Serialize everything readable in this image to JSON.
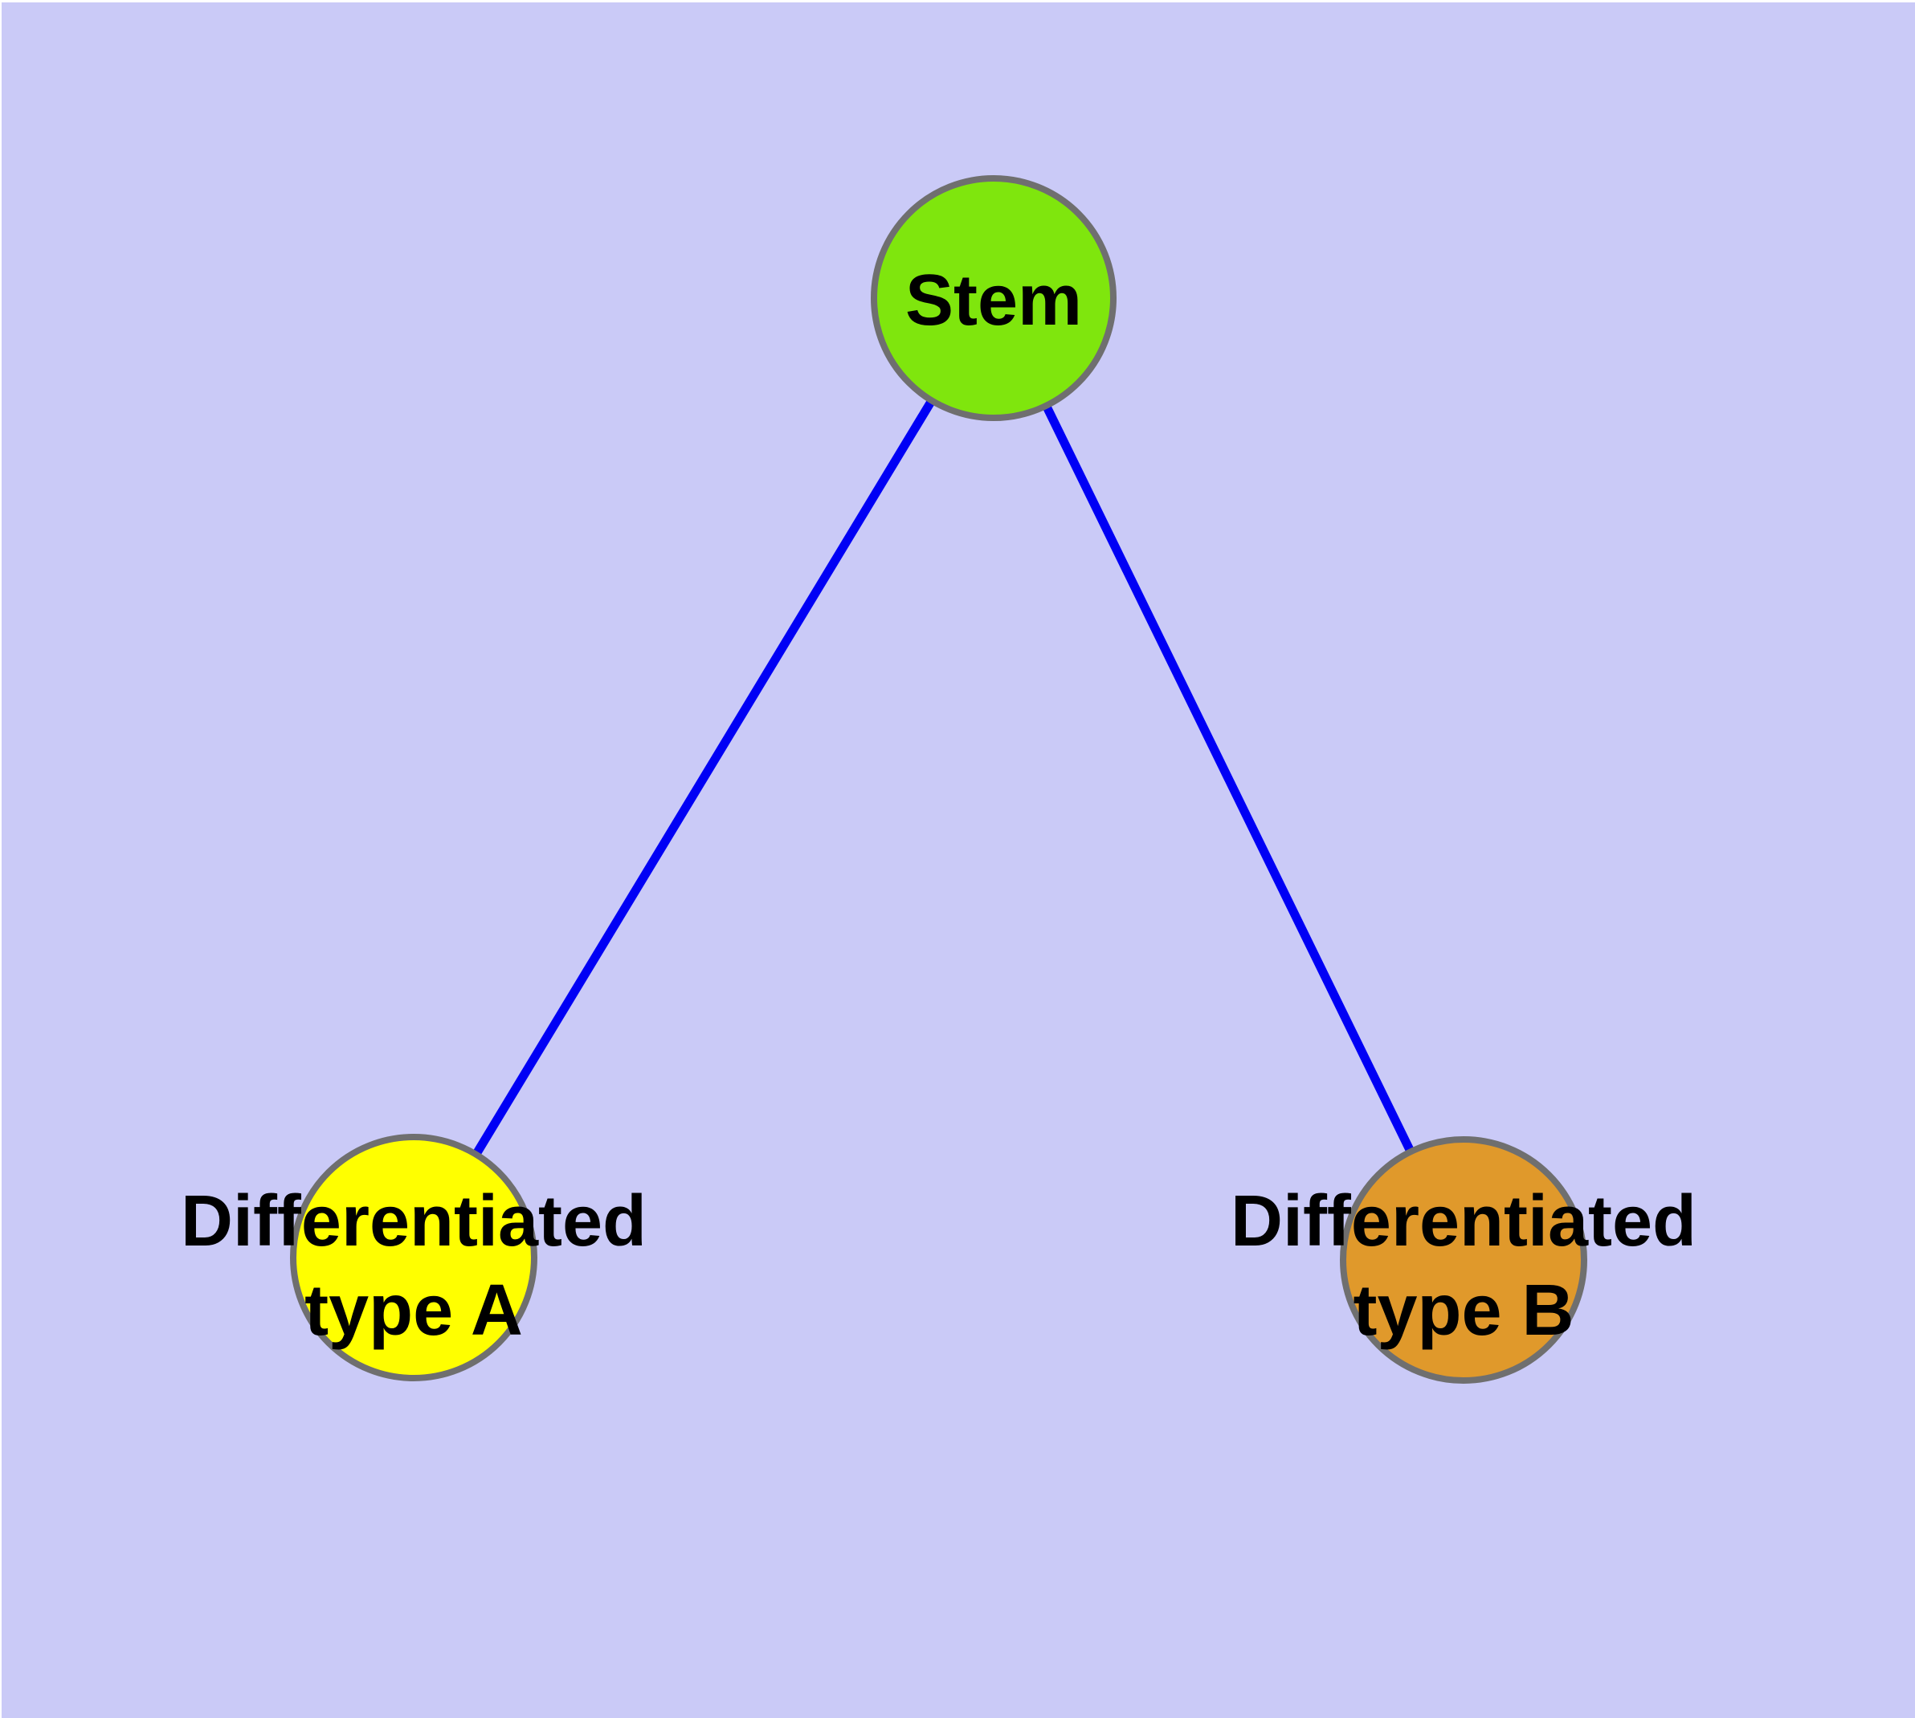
{
  "colors": {
    "background": "#CACAF7",
    "frame": "#FFFFFF",
    "node_border": "#6F6F6F",
    "edge": "#0000F5",
    "label_text": "#000000"
  },
  "nodes": {
    "stem": {
      "label": "Stem",
      "fill": "#7FE60D"
    },
    "type_a": {
      "label_line1": "Differentiated",
      "label_line2": "type A",
      "fill": "#FFFF00"
    },
    "type_b": {
      "label_line1": "Differentiated",
      "label_line2": "type B",
      "fill": "#E0992B"
    }
  },
  "edges": [
    {
      "from": "Stem",
      "to": "Differentiated type A"
    },
    {
      "from": "Stem",
      "to": "Differentiated type B"
    }
  ]
}
